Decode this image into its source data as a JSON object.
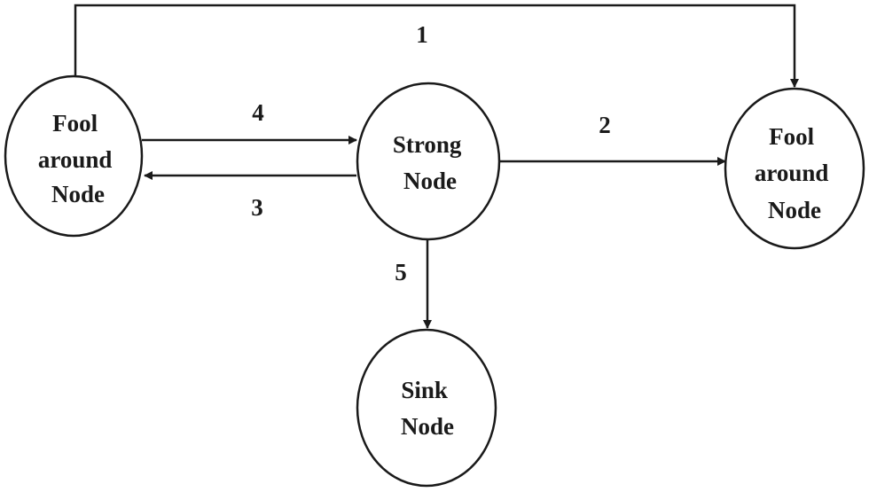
{
  "nodes": {
    "fool_left": {
      "lines": [
        "Fool",
        "around",
        "Node"
      ]
    },
    "strong": {
      "lines": [
        "Strong",
        "Node"
      ]
    },
    "fool_right": {
      "lines": [
        "Fool",
        "around",
        "Node"
      ]
    },
    "sink": {
      "lines": [
        "Sink",
        "Node"
      ]
    }
  },
  "edges": {
    "e1": {
      "label": "1",
      "from": "Fool around Node (left)",
      "to": "Fool around Node (right)"
    },
    "e2": {
      "label": "2",
      "from": "Strong Node",
      "to": "Fool around Node (right)"
    },
    "e3": {
      "label": "3",
      "from": "Strong Node",
      "to": "Fool around Node (left)"
    },
    "e4": {
      "label": "4",
      "from": "Fool around Node (left)",
      "to": "Strong Node"
    },
    "e5": {
      "label": "5",
      "from": "Strong Node",
      "to": "Sink Node"
    }
  }
}
